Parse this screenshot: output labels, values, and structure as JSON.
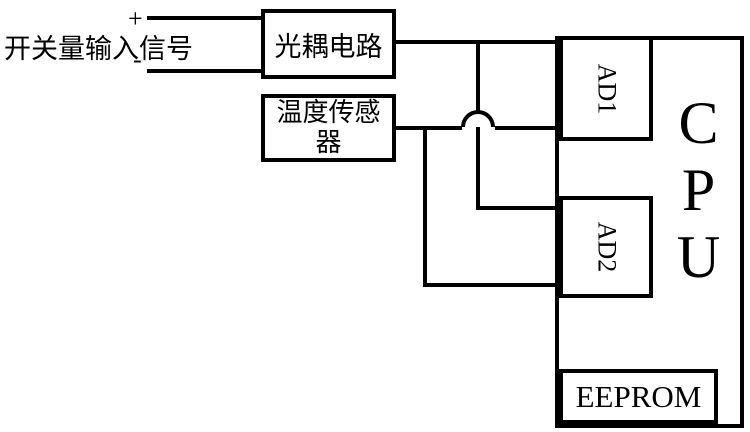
{
  "diagram": {
    "input": {
      "label": "开关量输入信号",
      "plus": "+",
      "minus": "-"
    },
    "blocks": {
      "optocoupler": {
        "label": "光耦电路"
      },
      "temp_sensor": {
        "label": "温度传感器",
        "lines": [
          "温度传感",
          "器"
        ]
      },
      "ad1": {
        "label": "AD1"
      },
      "ad2": {
        "label": "AD2"
      },
      "cpu": {
        "label": "CPU",
        "letters": [
          "C",
          "P",
          "U"
        ]
      },
      "eeprom": {
        "label": "EEPROM"
      }
    },
    "colors": {
      "line": "#000000",
      "background": "#ffffff",
      "text": "#000000"
    }
  }
}
